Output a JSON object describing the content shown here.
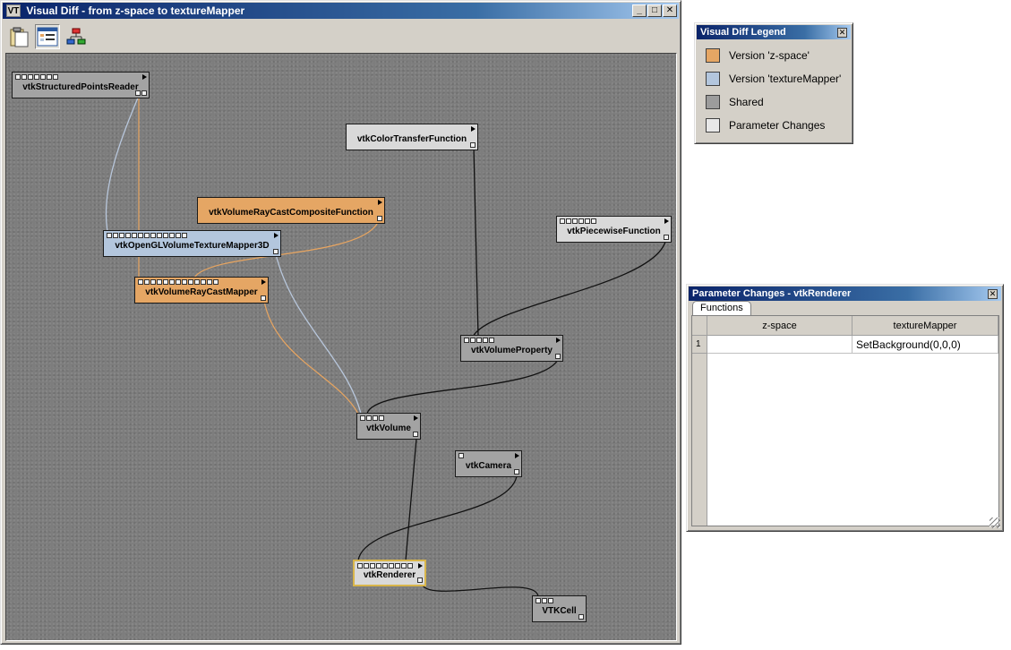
{
  "main_window": {
    "title": "Visual Diff - from z-space to textureMapper",
    "logo": "VT",
    "controls": {
      "minimize": "_",
      "maximize": "□",
      "close": "✕"
    },
    "toolbar": [
      {
        "icon": "clipboard-icon",
        "pressed": false
      },
      {
        "icon": "legend-list-icon",
        "pressed": true
      },
      {
        "icon": "pipeline-icon",
        "pressed": false
      }
    ]
  },
  "modules": {
    "structured_points_reader": "vtkStructuredPointsReader",
    "color_transfer_function": "vtkColorTransferFunction",
    "ray_cast_composite_function": "vtkVolumeRayCastCompositeFunction",
    "piecewise_function": "vtkPiecewiseFunction",
    "opengl_texture_mapper": "vtkOpenGLVolumeTextureMapper3D",
    "ray_cast_mapper": "vtkVolumeRayCastMapper",
    "volume_property": "vtkVolumeProperty",
    "volume": "vtkVolume",
    "camera": "vtkCamera",
    "renderer": "vtkRenderer",
    "vtk_cell": "VTKCell"
  },
  "legend": {
    "title": "Visual Diff Legend",
    "close": "✕",
    "items": [
      {
        "label": "Version 'z-space'",
        "color": "#e5a664"
      },
      {
        "label": "Version 'textureMapper'",
        "color": "#b3c6dd"
      },
      {
        "label": "Shared",
        "color": "#9c9c9c"
      },
      {
        "label": "Parameter Changes",
        "color": "#e8e8e8"
      }
    ]
  },
  "params": {
    "title": "Parameter Changes - vtkRenderer",
    "close": "✕",
    "tab": "Functions",
    "columns": [
      "z-space",
      "textureMapper"
    ],
    "rows": [
      {
        "index": "1",
        "z_space": "",
        "texture_mapper": "SetBackground(0,0,0)"
      }
    ]
  },
  "colors": {
    "shared_wire": "#111111",
    "zspace_wire": "#e8a560",
    "texturemapper_wire": "#b8c7dc",
    "selected_border": "#d8b54a"
  }
}
